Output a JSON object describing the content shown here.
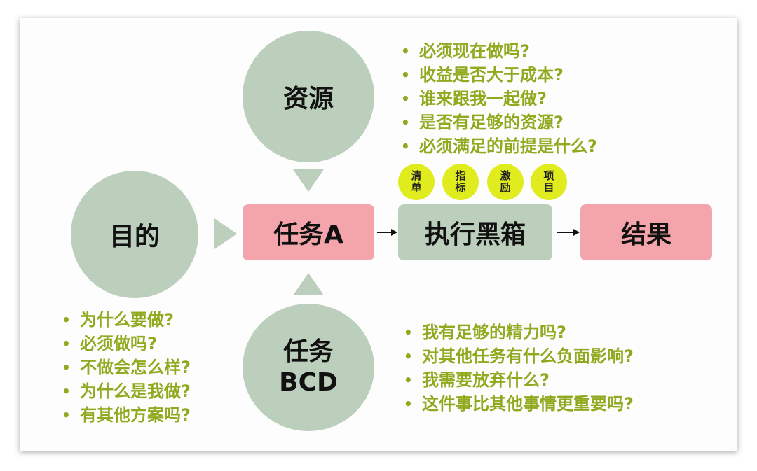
{
  "nodes": {
    "ziyuan": "资源",
    "mudi": "目的",
    "renwu_a": "任务A",
    "zhixing": "执行黑箱",
    "jieguo": "结果",
    "renwu_bcd_line1": "任务",
    "renwu_bcd_line2": "BCD"
  },
  "badges": [
    "清单",
    "指标",
    "激励",
    "项目"
  ],
  "lists": {
    "resources": [
      "必须现在做吗?",
      "收益是否大于成本?",
      "谁来跟我一起做?",
      "是否有足够的资源?",
      "必须满足的前提是什么?"
    ],
    "purpose": [
      "为什么要做?",
      "必须做吗?",
      "不做会怎么样?",
      "为什么是我做?",
      "有其他方案吗?"
    ],
    "other_tasks": [
      "我有足够的精力吗?",
      "对其他任务有什么负面影响?",
      "我需要放弃什么?",
      "这件事比其他事情更重要吗?"
    ]
  },
  "colors": {
    "node_green": "#bccfbd",
    "node_pink": "#f4a5ab",
    "bullet_text": "#8faa1f",
    "badge": "#e1ec1f"
  }
}
